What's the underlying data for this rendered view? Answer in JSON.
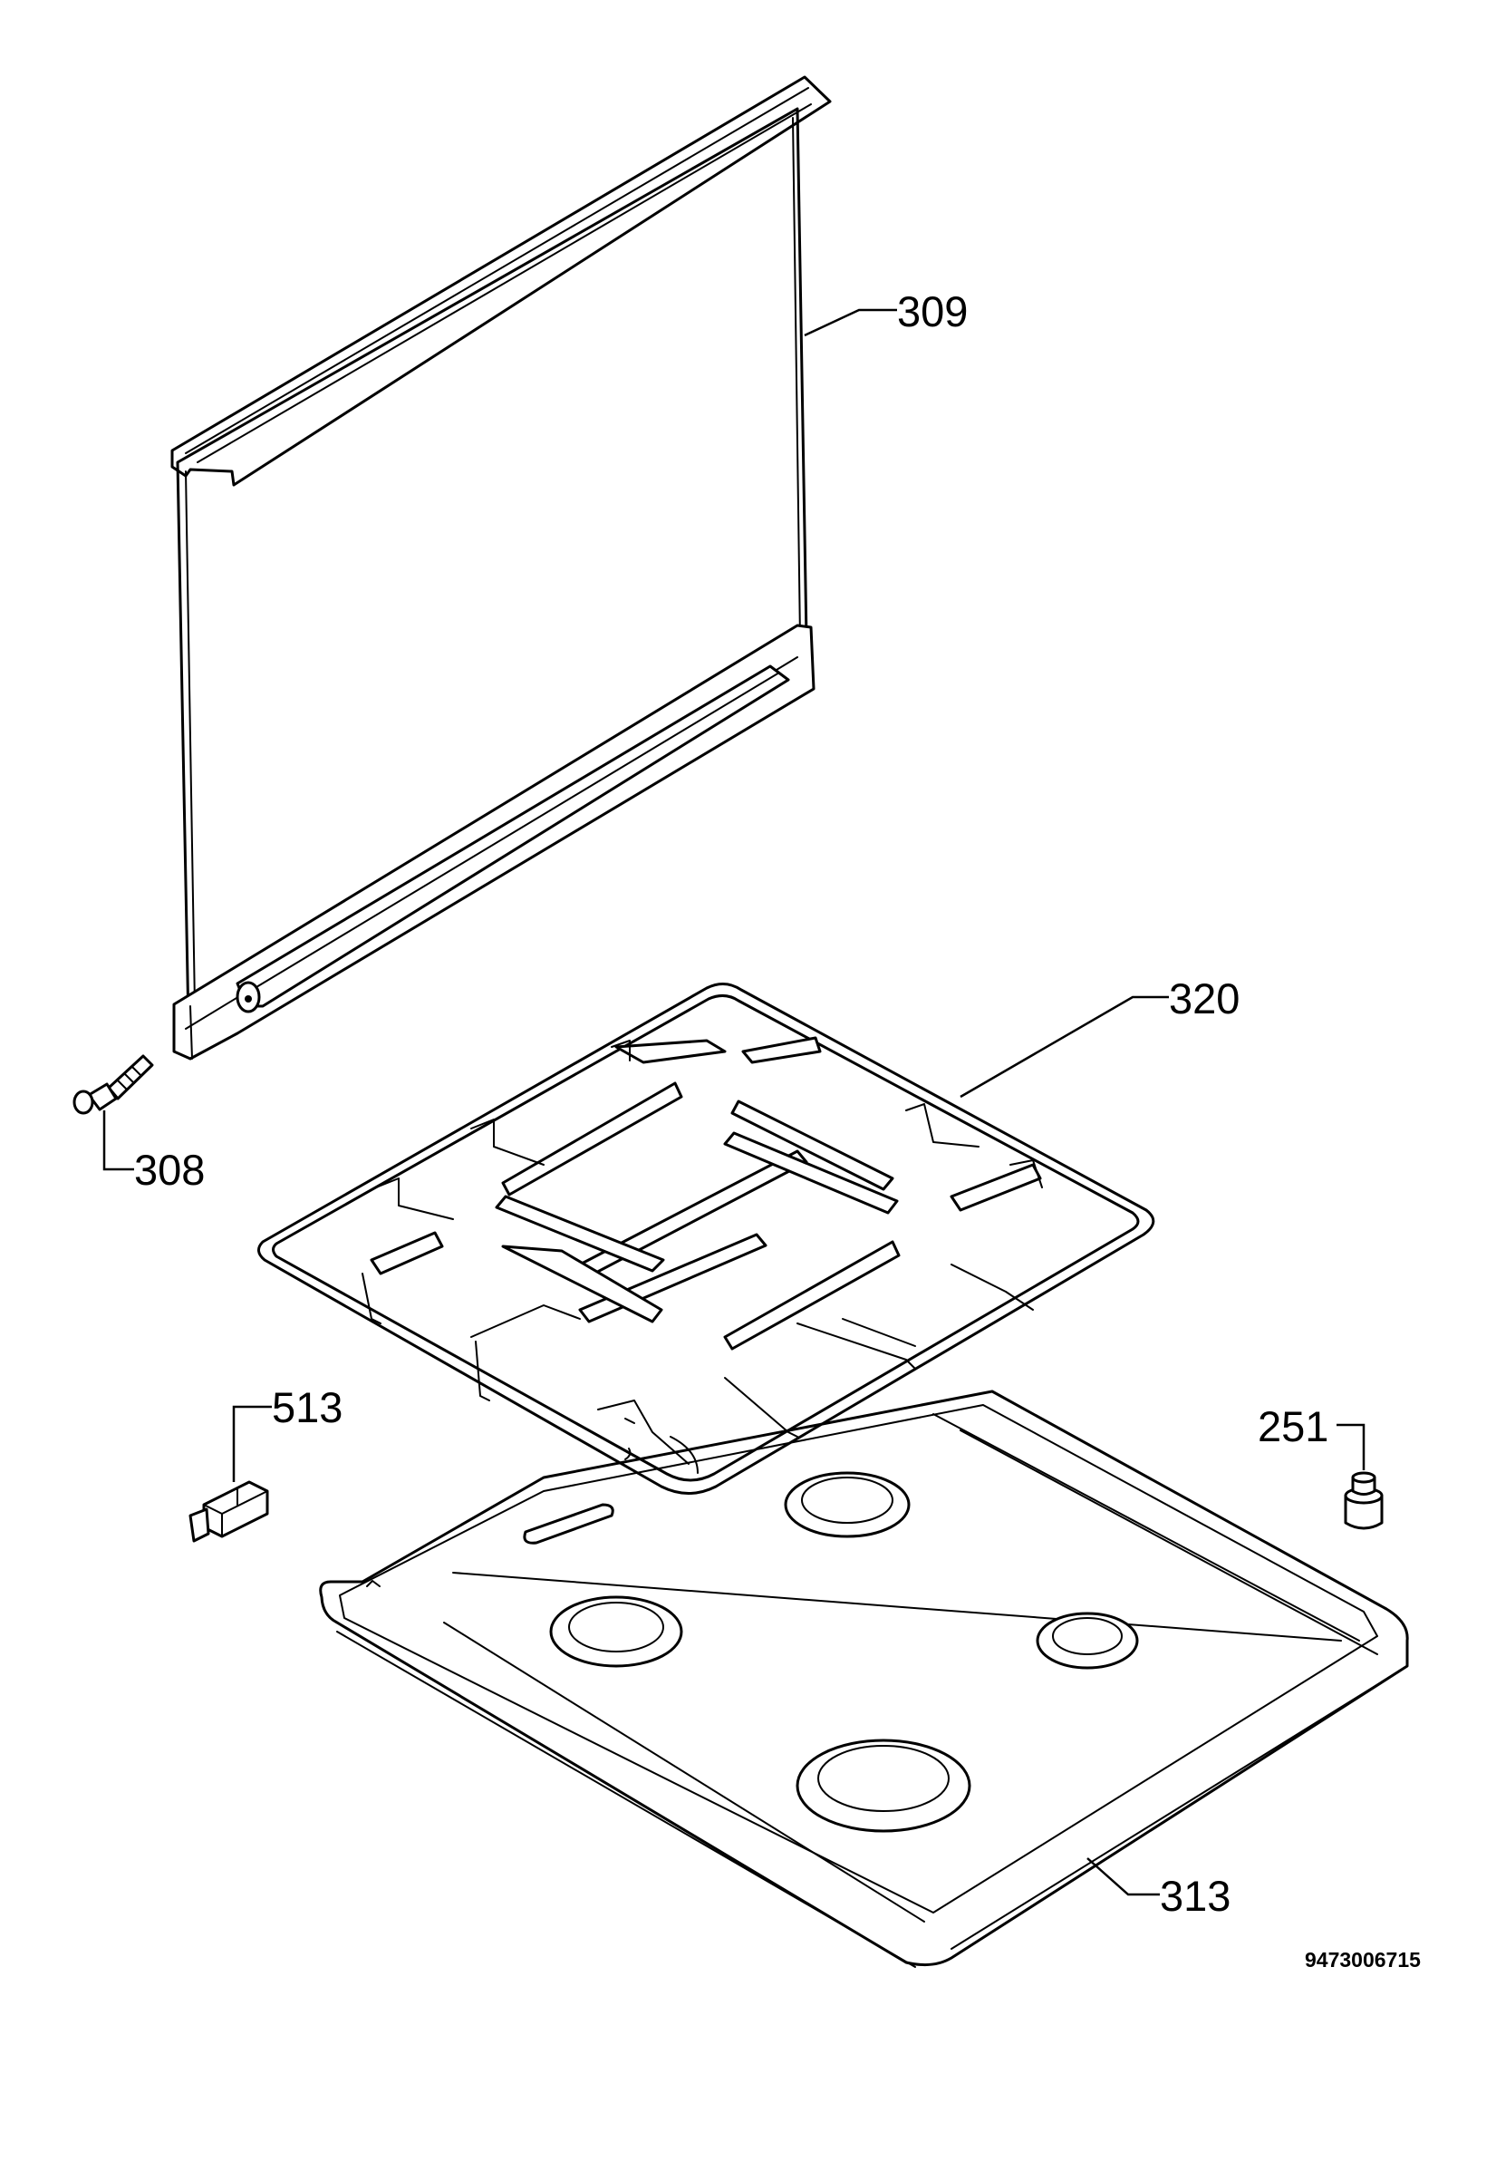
{
  "parts": [
    {
      "id": "309",
      "label": "309",
      "name": "glass lid"
    },
    {
      "id": "320",
      "label": "320",
      "name": "pan support grid"
    },
    {
      "id": "308",
      "label": "308",
      "name": "hinge pin"
    },
    {
      "id": "513",
      "label": "513",
      "name": "clip"
    },
    {
      "id": "251",
      "label": "251",
      "name": "rubber foot"
    },
    {
      "id": "313",
      "label": "313",
      "name": "hob top panel"
    }
  ],
  "drawing_number": "9473006715"
}
